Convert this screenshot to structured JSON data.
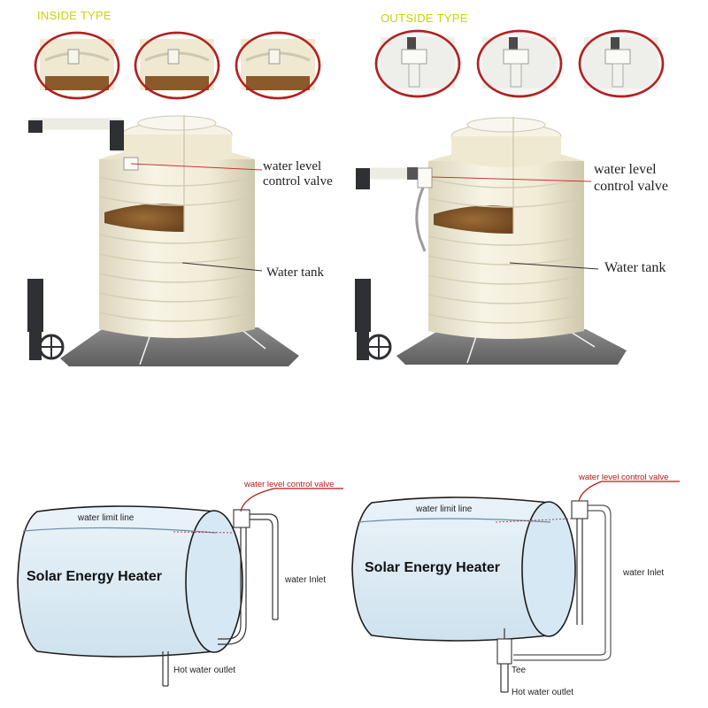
{
  "panels": {
    "inside": {
      "type_title": "INSIDE TYPE",
      "valve_label_line1": "water level",
      "valve_label_line2": "control valve",
      "tank_label": "Water tank"
    },
    "outside": {
      "type_title": "OUTSIDE TYPE",
      "valve_label_line1": "water level",
      "valve_label_line2": "control valve",
      "tank_label": "Water tank"
    }
  },
  "heaters": {
    "left": {
      "valve_label": "water level control valve",
      "limit_label": "water limit line",
      "heater_label": "Solar Energy Heater",
      "inlet_label": "water Inlet",
      "outlet_label": "Hot water outlet"
    },
    "right": {
      "valve_label": "water level control valve",
      "limit_label": "water limit line",
      "heater_label": "Solar Energy Heater",
      "inlet_label": "water Inlet",
      "tee_label": "Tee",
      "outlet_label": "Hot water outlet"
    }
  },
  "colors": {
    "type_title": "#c8d400",
    "callout_line": "#d03030",
    "tank_body": "#f3efda",
    "water_surface": "#8a5a2a",
    "base_pad": "#6e6e6e",
    "pipe": "#ecece4",
    "pipe_dark": "#2f3033",
    "heater_fill": "#dcebf4",
    "heater_stroke": "#1c1c1c",
    "red_label": "#b01818"
  }
}
